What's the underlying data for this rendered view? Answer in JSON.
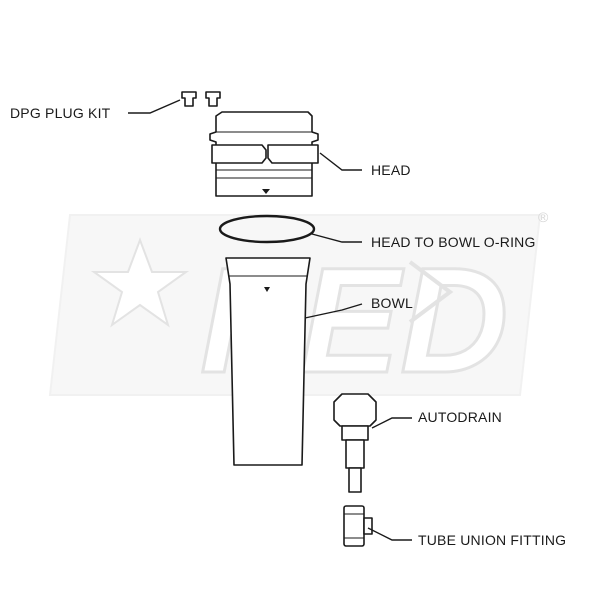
{
  "labels": {
    "dpg_plug_kit": "DPG PLUG KIT",
    "head": "HEAD",
    "head_to_bowl_oring": "HEAD TO BOWL O-RING",
    "bowl": "BOWL",
    "autodrain": "AUTODRAIN",
    "tube_union_fitting": "TUBE UNION FITTING"
  },
  "watermark": {
    "text": "PED",
    "registered_mark": "®",
    "color": "#efefef"
  }
}
